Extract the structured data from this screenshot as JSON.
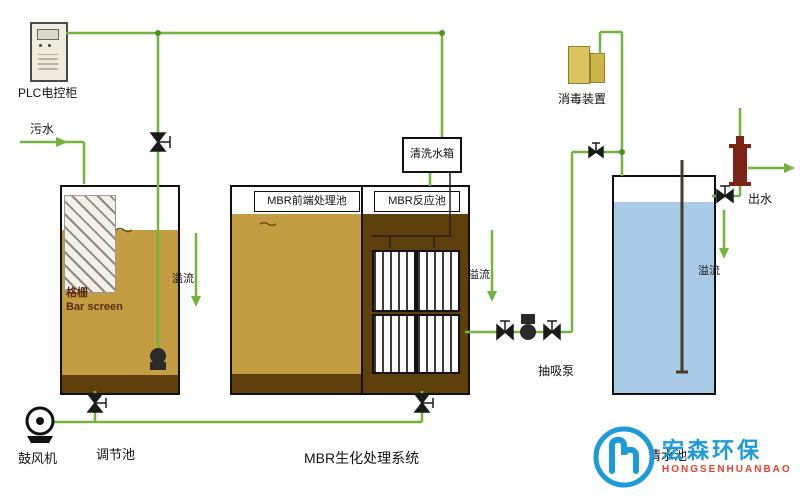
{
  "labels": {
    "plc_cabinet": "PLC电控柜",
    "sewage_in": "污水",
    "overflow": "溢流",
    "bar_screen_cn": "格栅",
    "bar_screen_en": "Bar screen",
    "mbr_front_tank": "MBR前端处理池",
    "mbr_reaction_tank": "MBR反应池",
    "cleaning_water_tank": "清洗水箱",
    "disinfection_device": "消毒装置",
    "water_out": "出水",
    "suction_pump": "抽吸泵",
    "blower": "鼓风机",
    "regulation_tank": "调节池",
    "mbr_system": "MBR生化处理系统",
    "clean_water_tank": "清水池"
  },
  "logo": {
    "brand_cn": "宏森环保",
    "brand_en": "HONGSENHUANBAO"
  },
  "colors": {
    "pipe_green": "#72B43E",
    "mixed_liquor_tan": "#C49C41",
    "sludge_brown": "#5F3F0C",
    "clean_water_blue": "#A9CBE8",
    "logo_blue": "#1B9BD7",
    "logo_red": "#E8412C",
    "disinfection_yellow": "#D9C45F"
  }
}
